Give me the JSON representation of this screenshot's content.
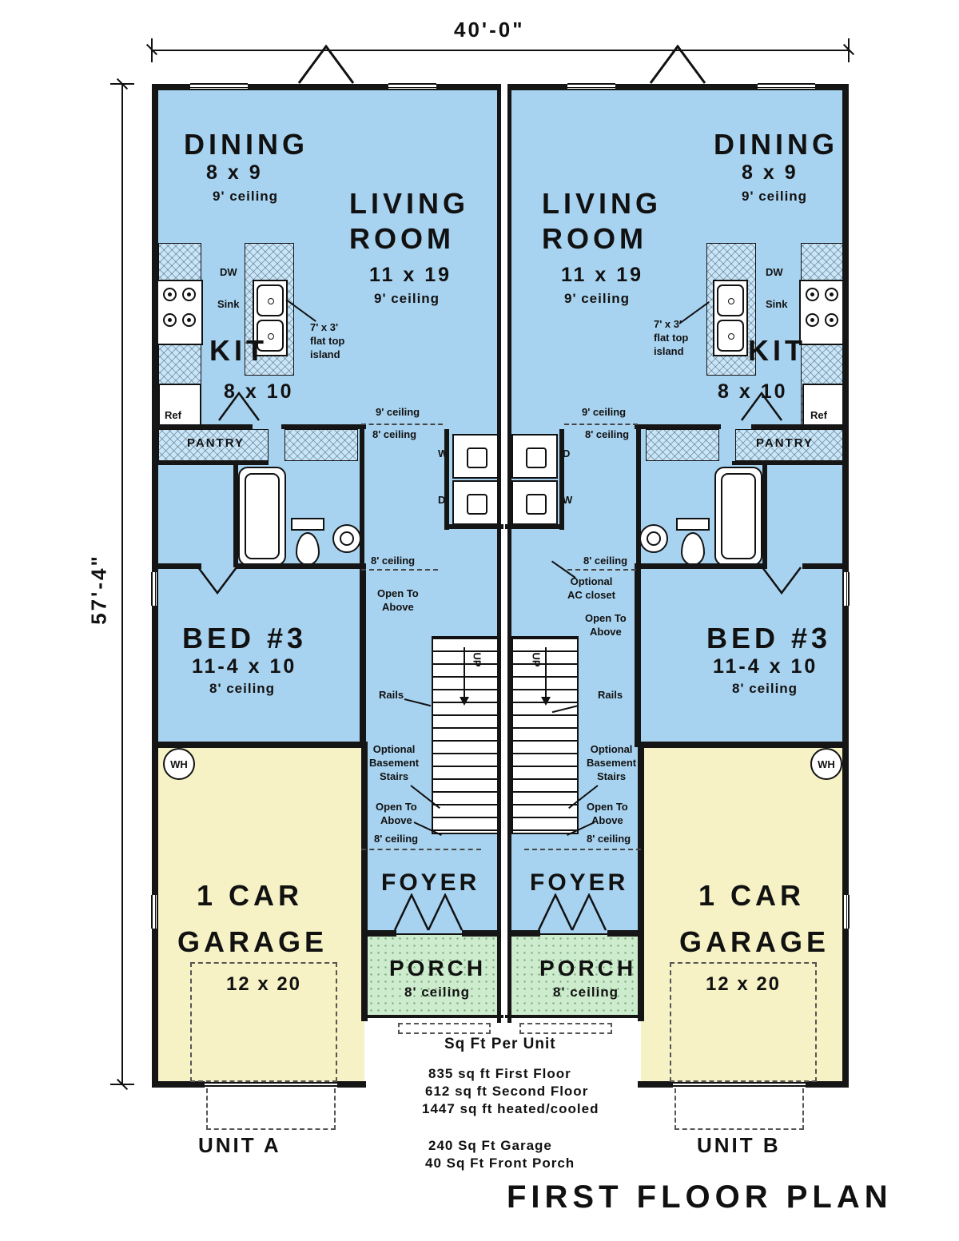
{
  "dims": {
    "width": "40'-0\"",
    "height": "57'-4\""
  },
  "rooms": {
    "dining": {
      "name": "DINING",
      "size": "8 x 9",
      "ceiling": "9' ceiling"
    },
    "living": {
      "line1": "LIVING",
      "line2": "ROOM",
      "size": "11 x 19",
      "ceiling": "9' ceiling"
    },
    "kitchen": {
      "name": "KIT",
      "size": "8 x 10"
    },
    "bed3": {
      "name": "BED #3",
      "size": "11-4 x 10",
      "ceiling": "8' ceiling"
    },
    "garage": {
      "line1": "1 CAR",
      "line2": "GARAGE",
      "size": "12 x 20"
    },
    "foyer": {
      "name": "FOYER"
    },
    "porch": {
      "name": "PORCH",
      "ceiling": "8' ceiling"
    },
    "pantry": {
      "name": "PANTRY"
    }
  },
  "fixtures": {
    "dw": "DW",
    "sink": "Sink",
    "ref": "Ref",
    "washer": "W",
    "dryer": "D",
    "water_heater": "WH"
  },
  "notes": {
    "island": "7' x 3'\nflat top\nisland",
    "ceiling9": "9' ceiling",
    "ceiling8": "8' ceiling",
    "open_above": "Open To\nAbove",
    "ac_closet": "Optional\nAC closet",
    "rails": "Rails",
    "basement": "Optional\nBasement\nStairs",
    "up": "UP"
  },
  "units": {
    "a": "UNIT A",
    "b": "UNIT B"
  },
  "summary": {
    "header": "Sq Ft Per Unit",
    "first": "835 sq ft First Floor",
    "second": "612 sq ft Second Floor",
    "total": "1447 sq ft heated/cooled",
    "garage": "240 Sq Ft Garage",
    "porch": "40 Sq Ft Front Porch"
  },
  "title": "FIRST FLOOR PLAN",
  "colors": {
    "floor_blue": "#a8d3f0",
    "garage_yellow": "#f6f2c6",
    "porch_green": "#cdeccd",
    "wall": "#151515"
  }
}
